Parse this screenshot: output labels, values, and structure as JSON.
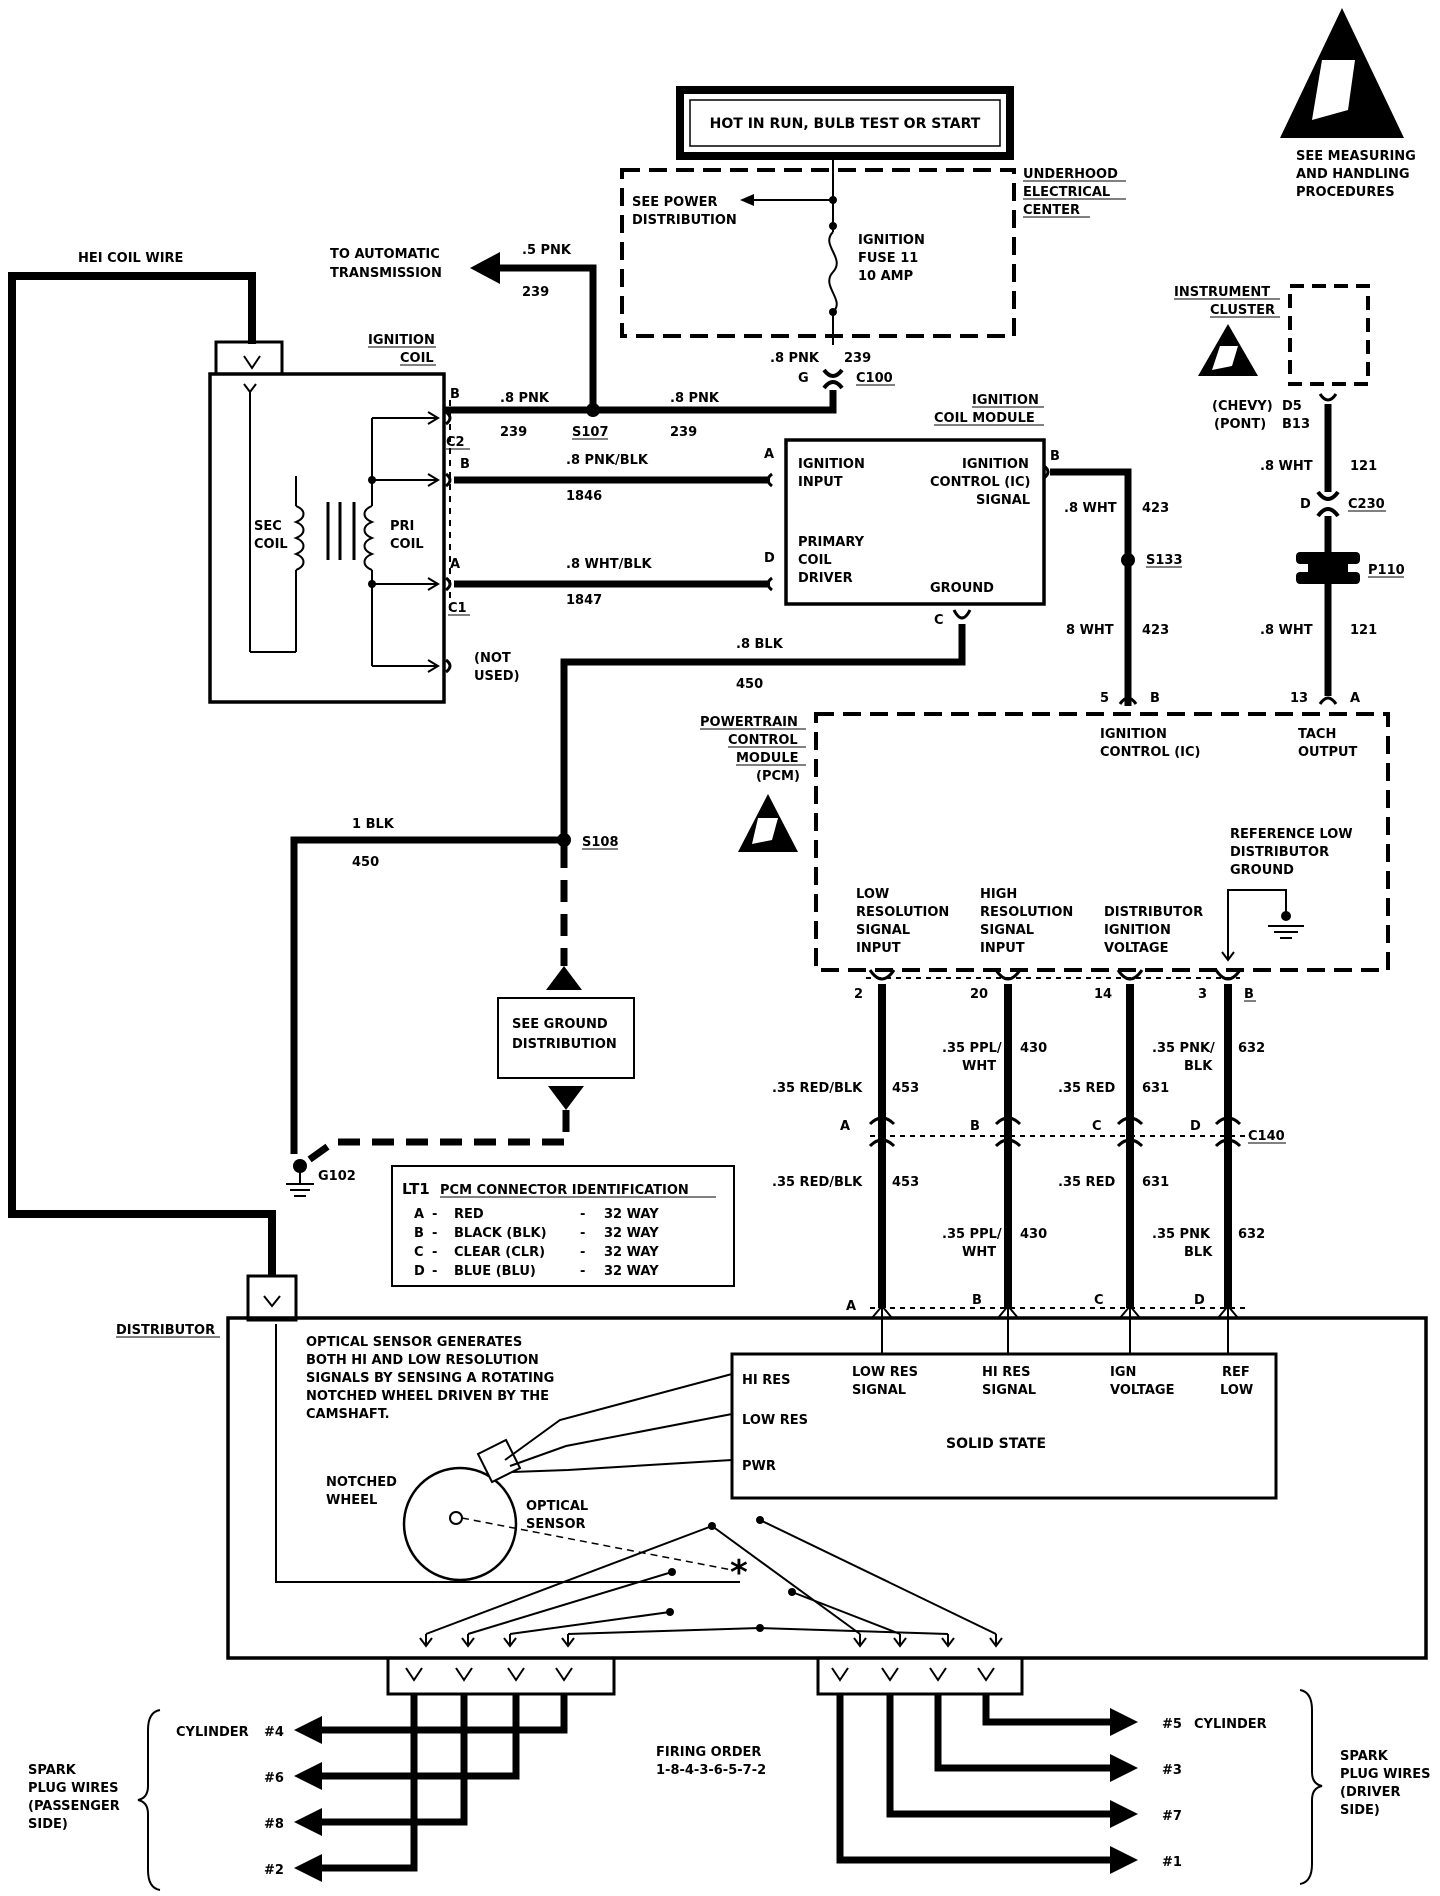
{
  "header": {
    "power_banner": "HOT IN RUN, BULB TEST OR START",
    "esd_note": [
      "SEE MEASURING",
      "AND HANDLING",
      "PROCEDURES"
    ]
  },
  "underhood": {
    "title": [
      "UNDERHOOD",
      "ELECTRICAL",
      "CENTER"
    ],
    "see_power": [
      "SEE POWER",
      "DISTRIBUTION"
    ],
    "fuse": [
      "IGNITION",
      "FUSE 11",
      "10 AMP"
    ]
  },
  "wires": {
    "hei_coil_wire": "HEI COIL WIRE",
    "to_auto_trans": [
      "TO AUTOMATIC",
      "TRANSMISSION"
    ],
    "pnk_5": ".5 PNK",
    "pnk_8": ".8 PNK",
    "c239": "239",
    "g": "G",
    "c100": "C100",
    "s107": "S107",
    "pnk_blk": ".8 PNK/BLK",
    "c1846": "1846",
    "wht_blk": ".8 WHT/BLK",
    "c1847": "1847",
    "blk_8": ".8 BLK",
    "c450": "450",
    "blk_1": "1 BLK",
    "s108": "S108",
    "g102": "G102",
    "wht_8": ".8 WHT",
    "wht_8b": "8 WHT",
    "c423": "423",
    "s133": "S133",
    "c121": "121",
    "c230": "C230",
    "p110": "P110",
    "d": "D",
    "c140": "C140",
    "red_blk": ".35 RED/BLK",
    "c453": "453",
    "ppl_wht": [
      ".35 PPL/",
      "WHT"
    ],
    "c430": "430",
    "red": ".35 RED",
    "c631": "631",
    "pnk_blk35": [
      ".35 PNK/",
      "BLK"
    ],
    "pnk_blk35b": [
      ".35 PNK",
      "BLK"
    ],
    "c632": "632"
  },
  "coil": {
    "title": [
      "IGNITION",
      "COIL"
    ],
    "sec": [
      "SEC",
      "COIL"
    ],
    "pri": [
      "PRI",
      "COIL"
    ],
    "not_used": [
      "(NOT",
      "USED)"
    ],
    "c2": "C2",
    "c1": "C1",
    "b": "B",
    "a": "A"
  },
  "module": {
    "title": [
      "IGNITION",
      "COIL MODULE"
    ],
    "input": [
      "IGNITION",
      "INPUT"
    ],
    "ic_signal": [
      "IGNITION",
      "CONTROL (IC)",
      "SIGNAL"
    ],
    "primary": [
      "PRIMARY",
      "COIL",
      "DRIVER"
    ],
    "ground": "GROUND"
  },
  "cluster": {
    "title": [
      "INSTRUMENT",
      "CLUSTER"
    ],
    "pins": [
      "(CHEVY)",
      "(PONT)"
    ],
    "pin_ids": [
      "D5",
      "B13"
    ]
  },
  "pcm": {
    "title": [
      "POWERTRAIN",
      "CONTROL",
      "MODULE",
      "(PCM)"
    ],
    "ic": [
      "IGNITION",
      "CONTROL (IC)"
    ],
    "tach": [
      "TACH",
      "OUTPUT"
    ],
    "ref_low": [
      "REFERENCE LOW",
      "DISTRIBUTOR",
      "GROUND"
    ],
    "low_res": [
      "LOW",
      "RESOLUTION",
      "SIGNAL",
      "INPUT"
    ],
    "high_res": [
      "HIGH",
      "RESOLUTION",
      "SIGNAL",
      "INPUT"
    ],
    "dist_ign": [
      "DISTRIBUTOR",
      "IGNITION",
      "VOLTAGE"
    ],
    "pins_top": [
      "5",
      "B",
      "13",
      "A"
    ],
    "pins_bottom": [
      "2",
      "20",
      "14",
      "3",
      "B"
    ]
  },
  "ground_dist": [
    "SEE GROUND",
    "DISTRIBUTION"
  ],
  "connector_table": {
    "title_a": "LT1",
    "title_b": "PCM CONNECTOR IDENTIFICATION",
    "rows": [
      {
        "id": "A",
        "name": "RED",
        "ways": "32 WAY"
      },
      {
        "id": "B",
        "name": "BLACK (BLK)",
        "ways": "32 WAY"
      },
      {
        "id": "C",
        "name": "CLEAR (CLR)",
        "ways": "32 WAY"
      },
      {
        "id": "D",
        "name": "BLUE (BLU)",
        "ways": "32 WAY"
      }
    ]
  },
  "distributor": {
    "title": "DISTRIBUTOR",
    "note": [
      "OPTICAL SENSOR GENERATES",
      "BOTH HI AND LOW RESOLUTION",
      "SIGNALS BY SENSING A ROTATING",
      "NOTCHED WHEEL DRIVEN BY THE",
      "CAMSHAFT."
    ],
    "hi_res": "HI RES",
    "low_res": "LOW RES",
    "pwr": "PWR",
    "solid_state": "SOLID STATE",
    "low_res_sig": [
      "LOW RES",
      "SIGNAL"
    ],
    "hi_res_sig": [
      "HI RES",
      "SIGNAL"
    ],
    "ign_voltage": [
      "IGN",
      "VOLTAGE"
    ],
    "ref_low": [
      "REF",
      "LOW"
    ],
    "notched": [
      "NOTCHED",
      "WHEEL"
    ],
    "optical": [
      "OPTICAL",
      "SENSOR"
    ],
    "conn_letters": [
      "A",
      "B",
      "C",
      "D"
    ]
  },
  "spark": {
    "passenger": [
      "SPARK",
      "PLUG WIRES",
      "(PASSENGER",
      "SIDE)"
    ],
    "driver": [
      "SPARK",
      "PLUG WIRES",
      "(DRIVER",
      "SIDE)"
    ],
    "cylinder_word": "CYLINDER",
    "left": [
      "#4",
      "#6",
      "#8",
      "#2"
    ],
    "right": [
      "#5",
      "#3",
      "#7",
      "#1"
    ],
    "firing_order": [
      "FIRING ORDER",
      "1-8-4-3-6-5-7-2"
    ]
  }
}
